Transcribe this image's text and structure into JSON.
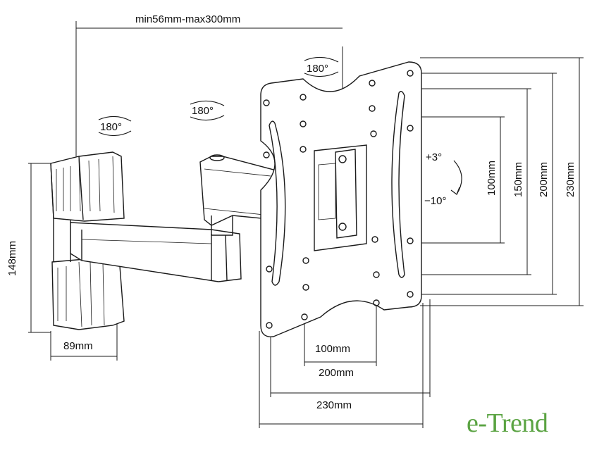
{
  "dimensions": {
    "top_width": "min56mm-max300mm",
    "wall_height": "148mm",
    "wall_width": "89mm",
    "vesa_h_100": "100mm",
    "vesa_h_200": "200mm",
    "vesa_h_230": "230mm",
    "vesa_v_100": "100mm",
    "vesa_v_150": "150mm",
    "vesa_v_200": "200mm",
    "vesa_v_230": "230mm"
  },
  "rotations": {
    "wall_swivel": "180°",
    "arm_swivel": "180°",
    "head_swivel": "180°"
  },
  "tilt": {
    "up": "+3°",
    "down": "−10°"
  },
  "brand": {
    "logo_text": "e-Trend"
  },
  "colors": {
    "line": "#1a1a1a",
    "logo_green": "#5aa342"
  }
}
